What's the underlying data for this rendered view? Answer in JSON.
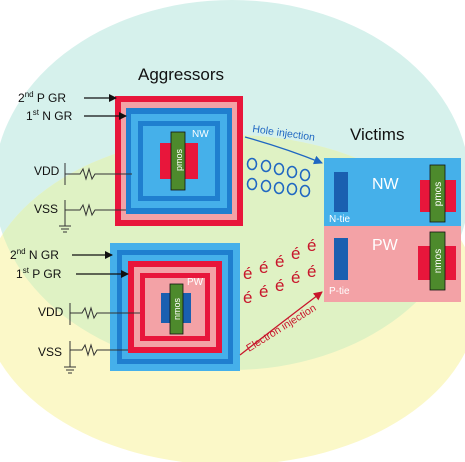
{
  "headings": {
    "aggressors": "Aggressors",
    "victims": "Victims"
  },
  "labels": {
    "p_gr_2nd": {
      "prefix": "2",
      "sup": "nd",
      "suffix": " P GR"
    },
    "n_gr_1st": {
      "prefix": "1",
      "sup": "st",
      "suffix": " N GR"
    },
    "n_gr_2nd": {
      "prefix": "2",
      "sup": "nd",
      "suffix": " N GR"
    },
    "p_gr_1st": {
      "prefix": "1",
      "sup": "st",
      "suffix": " P GR"
    },
    "vdd_top": "VDD",
    "vss_top": "VSS",
    "vdd_bottom": "VDD",
    "vss_bottom": "VSS"
  },
  "aggressor_nw": {
    "well": "NW",
    "device": "pmos"
  },
  "aggressor_pw": {
    "well": "PW",
    "device": "nmos"
  },
  "victim_nw": {
    "well": "NW",
    "device": "pmos",
    "tie": "N-tie"
  },
  "victim_pw": {
    "well": "PW",
    "device": "nmos",
    "tie": "P-tie"
  },
  "arrows": {
    "hole_injection": "Hole injection",
    "electron_injection": "Electron injection"
  },
  "carriers": {
    "hole_symbol": "o",
    "electron_symbol": "é"
  },
  "colors": {
    "circle_cyan": "#d6f1ec",
    "circle_yellow": "#fbf8c8",
    "circle_overlap": "#dff2c4",
    "red_ring": "#e8163b",
    "pink": "#f3a2a6",
    "light_blue": "#45b0ea",
    "mid_blue": "#1f7fcf",
    "dark_blue": "#1a5fb0",
    "device_green": "#4d8a2c",
    "hole_blue": "#1f67c2",
    "electron_red": "#c8162c"
  }
}
